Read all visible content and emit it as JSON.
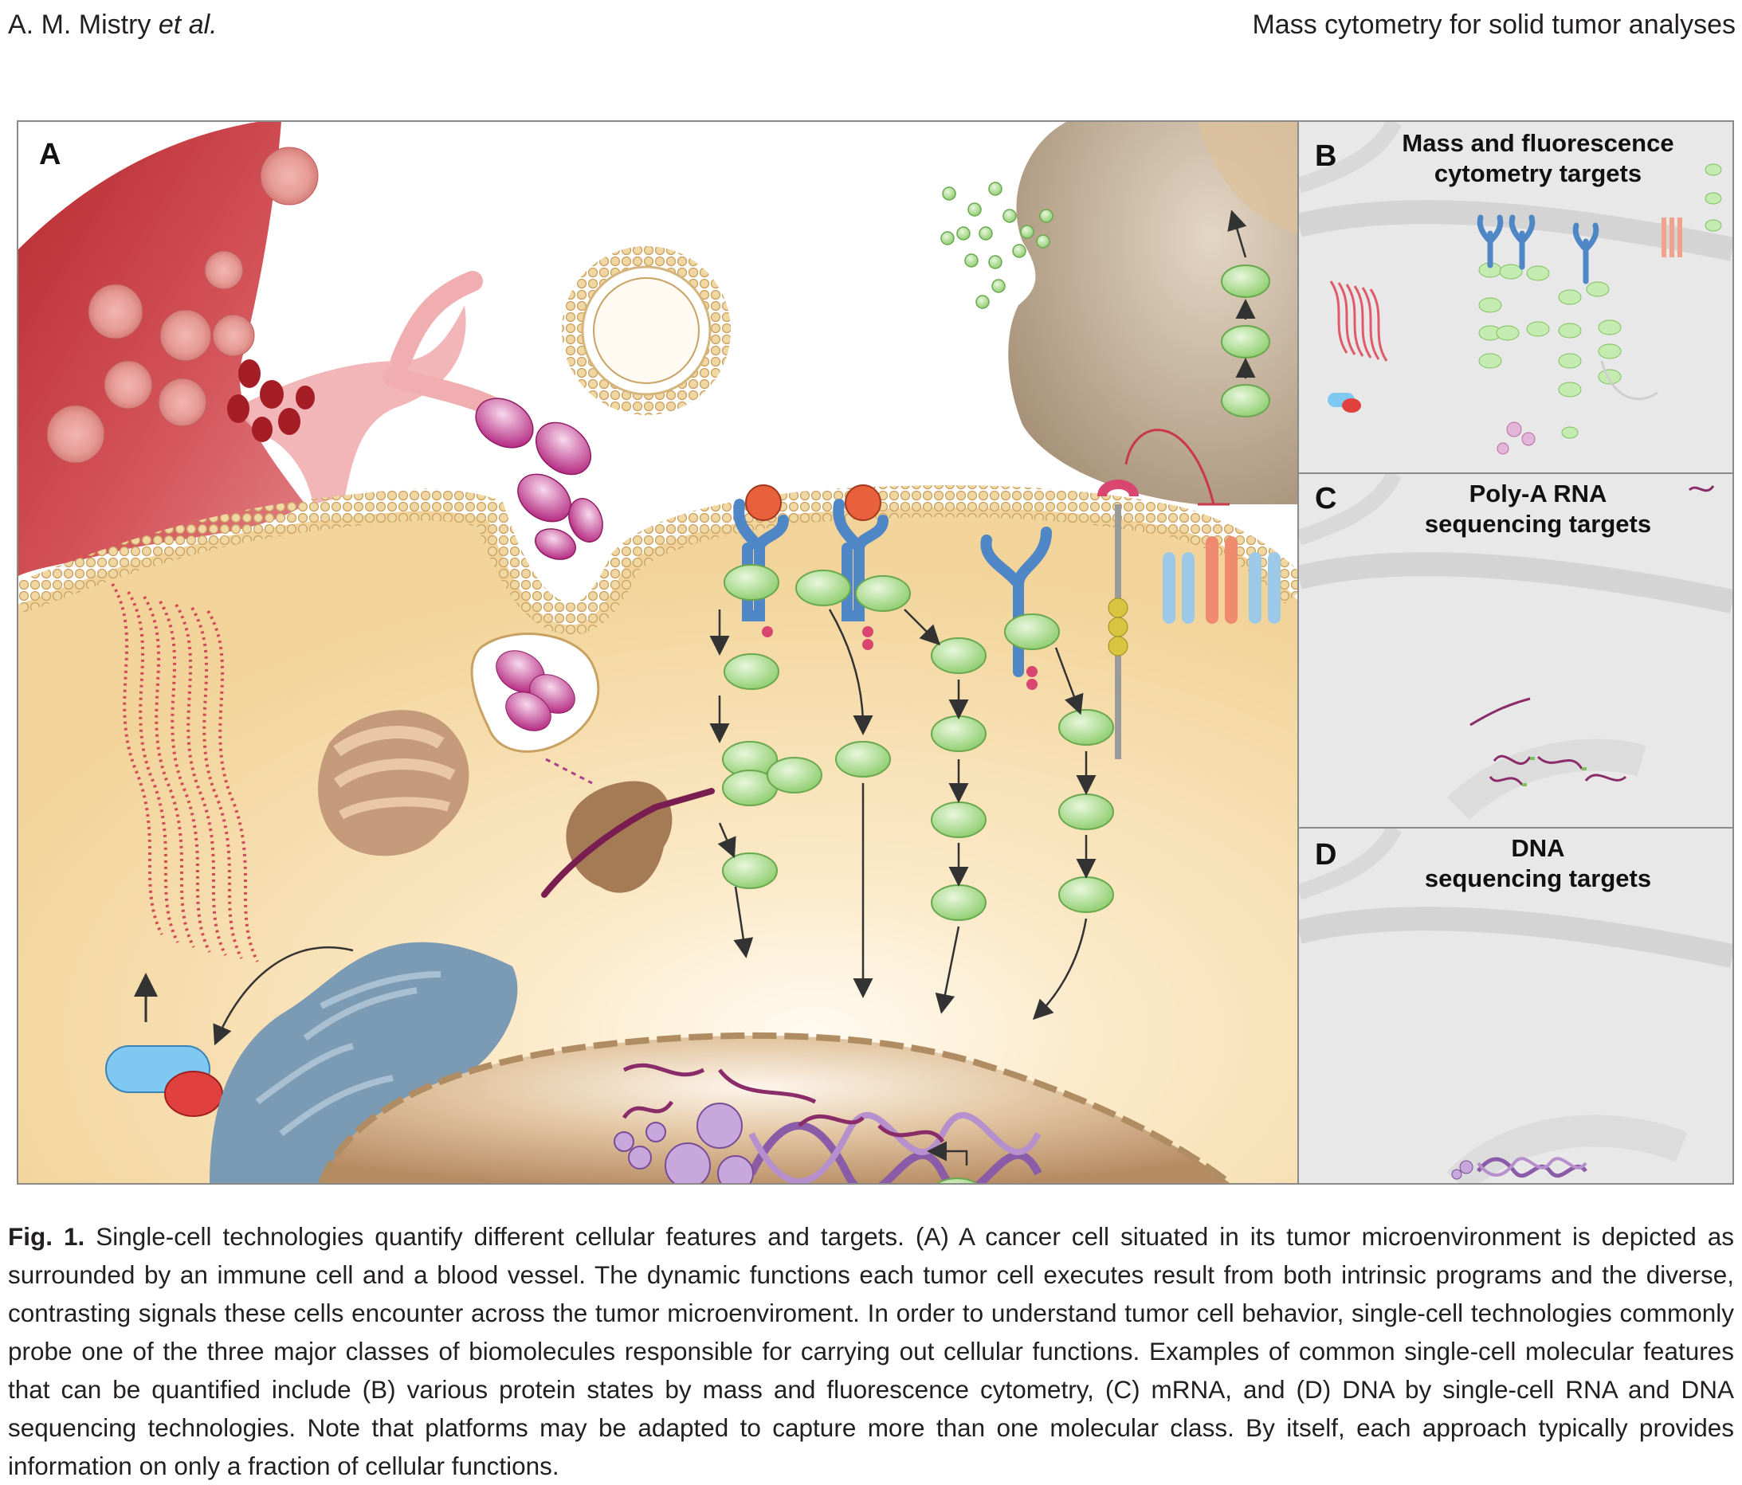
{
  "header": {
    "authors": "A. M. Mistry",
    "authors_suffix": "et al.",
    "running_title": "Mass cytometry for solid tumor analyses"
  },
  "figure": {
    "panels": {
      "a": {
        "letter": "A"
      },
      "b": {
        "letter": "B",
        "title_line1": "Mass and fluorescence",
        "title_line2": "cytometry targets"
      },
      "c": {
        "letter": "C",
        "title_line1": "Poly-A RNA",
        "title_line2": "sequencing targets"
      },
      "d": {
        "letter": "D",
        "title_line1": "DNA",
        "title_line2": "sequencing targets"
      }
    },
    "colors": {
      "blood_vessel": "#c0393f",
      "cytoplasm": "#f6ddb0",
      "membrane_bead": "#e6c27e",
      "nucleus": "#c8a27a",
      "er_golgi": "#7b9ab3",
      "signaling_protein": "#a9d98f",
      "receptor": "#4f86c6",
      "ligand": "#e8603c",
      "vesicle": "#c2368f",
      "dna": "#8a5ca8",
      "immune_cell": "#b9a58c"
    }
  },
  "caption": {
    "label": "Fig. 1.",
    "text": "Single-cell technologies quantify different cellular features and targets. (A) A cancer cell situated in its tumor microenvironment is depicted as surrounded by an immune cell and a blood vessel. The dynamic functions each tumor cell executes result from both intrinsic programs and the diverse, contrasting signals these cells encounter across the tumor microenviroment. In order to understand tumor cell behavior, single-cell technologies commonly probe one of the three major classes of biomolecules responsible for carrying out cellular functions. Examples of common single-cell molecular features that can be quantified include (B) various protein states by mass and fluorescence cytometry, (C) mRNA, and (D) DNA by single-cell RNA and DNA sequencing technologies. Note that platforms may be adapted to capture more than one molecular class. By itself, each approach typically provides information on only a fraction of cellular functions."
  }
}
